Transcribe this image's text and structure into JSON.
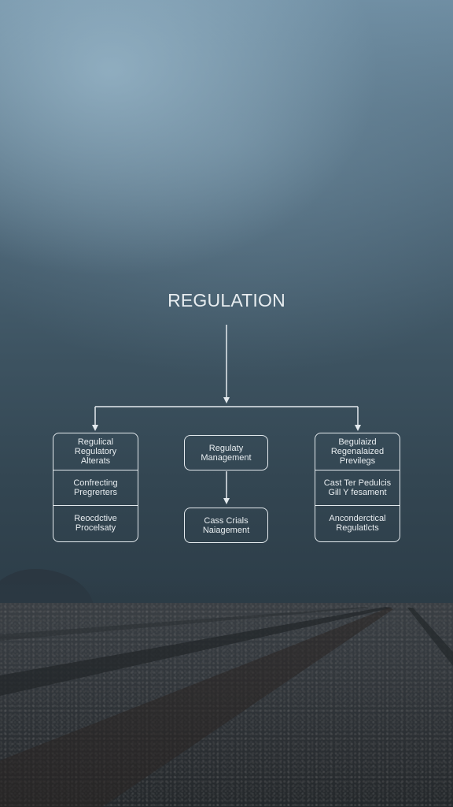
{
  "diagram": {
    "title": "REGULATION",
    "left_column": [
      "Regulical\nRegulatory\nAlterats",
      "Confrecting\nPregrerters",
      "Reocdctive\nProcelsaty"
    ],
    "center_top": "Regulaty\nManagement",
    "center_bottom": "Cass Crials\nNaiagement",
    "right_column": [
      "Begulaizd\nRegenalaized\nPrevilegs",
      "Cast Ter Pedulcis\nGill Y fesament",
      "Anconderctical\nRegulatlcts"
    ]
  },
  "colors": {
    "line": "#e4eaee",
    "text": "#e8edf0",
    "sky_light": "#a0bed0",
    "sky_dark": "#2c3c47",
    "ground": "#34393e"
  }
}
